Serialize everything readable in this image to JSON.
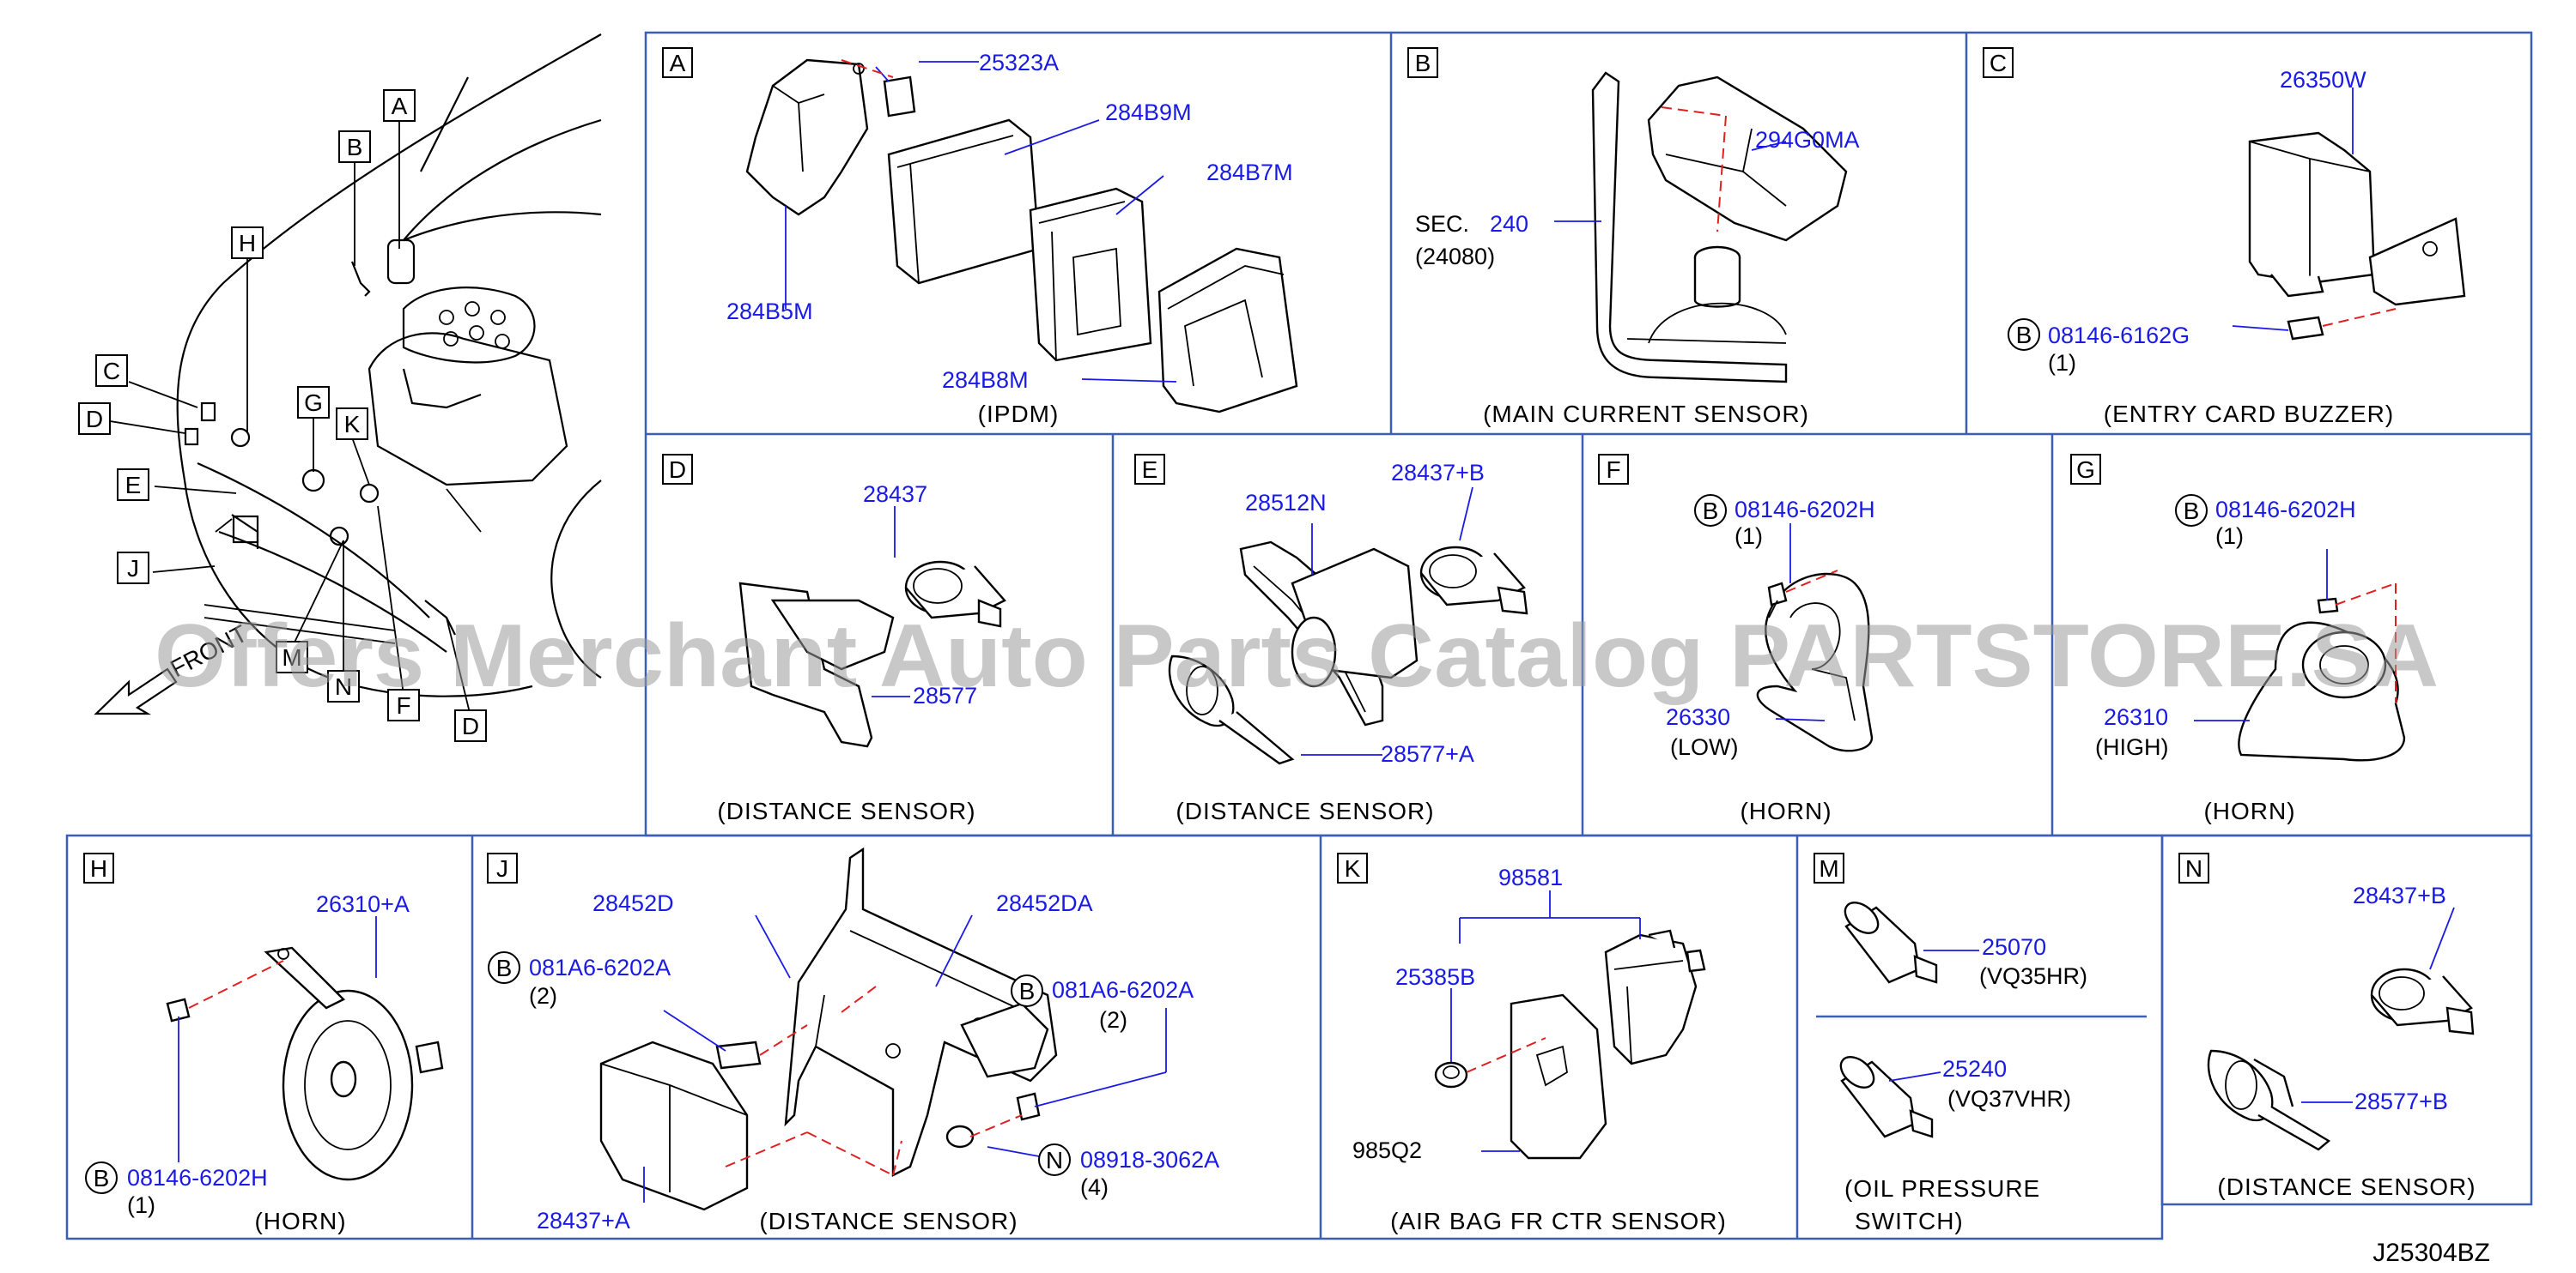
{
  "panels": {
    "A": {
      "letter": "A",
      "caption": "(IPDM)",
      "parts": [
        "25323A",
        "284B9M",
        "284B7M",
        "284B5M",
        "284B8M"
      ]
    },
    "B": {
      "letter": "B",
      "caption": "(MAIN   CURRENT   SENSOR)",
      "sec_label": "SEC.",
      "sec_number": "240",
      "sec_sub": "(24080)",
      "parts": [
        "294G0MA"
      ]
    },
    "C": {
      "letter": "C",
      "caption": "(ENTRY   CARD   BUZZER)",
      "parts": [
        "26350W"
      ],
      "bolt": {
        "marker": "B",
        "part": "08146-6162G",
        "qty": "(1)"
      }
    },
    "D": {
      "letter": "D",
      "caption": "(DISTANCE   SENSOR)",
      "parts": [
        "28437",
        "28577"
      ]
    },
    "E": {
      "letter": "E",
      "caption": "(DISTANCE   SENSOR)",
      "parts": [
        "28437+B",
        "28512N",
        "28577+A"
      ]
    },
    "F": {
      "letter": "F",
      "caption": "(HORN)",
      "parts": [
        "26330"
      ],
      "sub": "(LOW)",
      "bolt": {
        "marker": "B",
        "part": "08146-6202H",
        "qty": "(1)"
      }
    },
    "G": {
      "letter": "G",
      "caption": "(HORN)",
      "parts": [
        "26310"
      ],
      "sub": "(HIGH)",
      "bolt": {
        "marker": "B",
        "part": "08146-6202H",
        "qty": "(1)"
      }
    },
    "H": {
      "letter": "H",
      "caption": "(HORN)",
      "parts": [
        "26310+A"
      ],
      "bolt": {
        "marker": "B",
        "part": "08146-6202H",
        "qty": "(1)"
      }
    },
    "J": {
      "letter": "J",
      "caption": "(DISTANCE   SENSOR)",
      "parts": [
        "28452D",
        "28452DA",
        "28437+A"
      ],
      "bolt1": {
        "marker": "B",
        "part": "081A6-6202A",
        "qty": "(2)"
      },
      "bolt2": {
        "marker": "B",
        "part": "081A6-6202A",
        "qty": "(2)"
      },
      "nut": {
        "marker": "N",
        "part": "08918-3062A",
        "qty": "(4)"
      }
    },
    "K": {
      "letter": "K",
      "caption": "(AIR   BAG   FR   CTR   SENSOR)",
      "parts": [
        "98581",
        "25385B",
        "985Q2"
      ]
    },
    "M": {
      "letter": "M",
      "caption_line1": "(OIL   PRESSURE",
      "caption_line2": "SWITCH)",
      "parts": [
        "25070",
        "25240"
      ],
      "engines": [
        "(VQ35HR)",
        "(VQ37VHR)"
      ]
    },
    "N": {
      "letter": "N",
      "caption": "(DISTANCE   SENSOR)",
      "parts": [
        "28437+B",
        "28577+B"
      ]
    }
  },
  "overview": {
    "labels": [
      "A",
      "B",
      "H",
      "C",
      "D",
      "G",
      "K",
      "E",
      "J",
      "M",
      "N",
      "F",
      "D"
    ],
    "front_label": "FRONT"
  },
  "watermark": "Offers Merchant Auto Parts Catalog PARTSTORE.SA",
  "diagram_code": "J25304BZ",
  "colors": {
    "part_number": "#1a1ae6",
    "frame": "#3b5fb8",
    "leader_dash": "#e02020"
  }
}
